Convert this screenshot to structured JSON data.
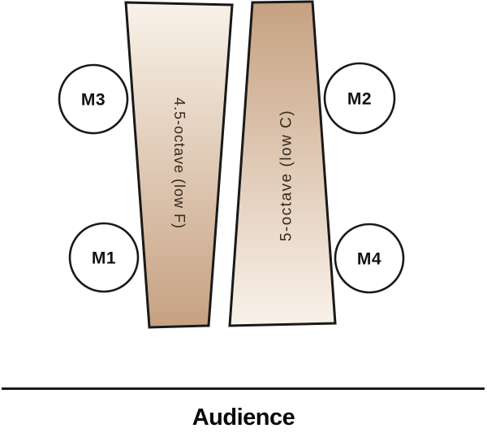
{
  "diagram": {
    "title": "stage-setup-two-marimbas-with-microphones",
    "instruments": {
      "left": {
        "label": "4.5-octave (low F)"
      },
      "right": {
        "label": "5-octave (low C)"
      }
    },
    "microphones": {
      "m1": {
        "label": "M1"
      },
      "m2": {
        "label": "M2"
      },
      "m3": {
        "label": "M3"
      },
      "m4": {
        "label": "M4"
      }
    },
    "audience_label": "Audience",
    "colors": {
      "wood_light": "#f9f2ea",
      "wood_dark": "#c6a181",
      "outline": "#191919",
      "instrument_text": "#36291c",
      "mic_text": "#121212",
      "audience_text": "#0a0a0a"
    }
  }
}
